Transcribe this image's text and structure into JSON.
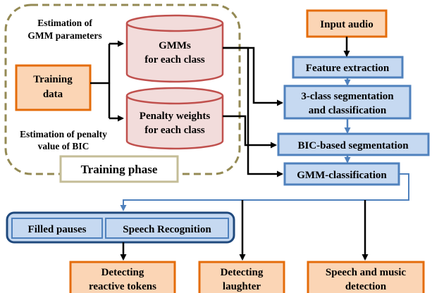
{
  "training": {
    "est_gmm_label": [
      "Estimation of",
      "GMM parameters"
    ],
    "training_data_label": [
      "Training",
      "data"
    ],
    "gmms_db_label": [
      "GMMs",
      "for each class"
    ],
    "penalty_db_label": [
      "Penalty weights",
      "for each class"
    ],
    "est_penalty_label": [
      "Estimation of penalty",
      "value of BIC"
    ],
    "phase_label": "Training phase"
  },
  "pipeline": {
    "input_audio": "Input audio",
    "feature_extraction": "Feature extraction",
    "segmentation_classification": [
      "3-class segmentation",
      "and classification"
    ],
    "bic_segmentation": "BIC-based segmentation",
    "gmm_classification": "GMM-classification"
  },
  "speech_group": {
    "filled_pauses": "Filled pauses",
    "speech_recognition": "Speech Recognition"
  },
  "outputs": {
    "reactive_tokens": [
      "Detecting",
      "reactive tokens"
    ],
    "laughter": [
      "Detecting",
      "laughter"
    ],
    "speech_music": [
      "Speech and music",
      "detection"
    ]
  },
  "colors": {
    "orange_fill": "#fbd5b5",
    "orange_border": "#e46c0a",
    "blue_fill": "#c6d9f1",
    "blue_border": "#4f81bd",
    "pink_fill": "#f2dcdb",
    "db_border": "#c0504d",
    "dashed_border": "#948a54",
    "speech_group_border": "#1f497d",
    "blue_arrow": "#4f81bd"
  }
}
